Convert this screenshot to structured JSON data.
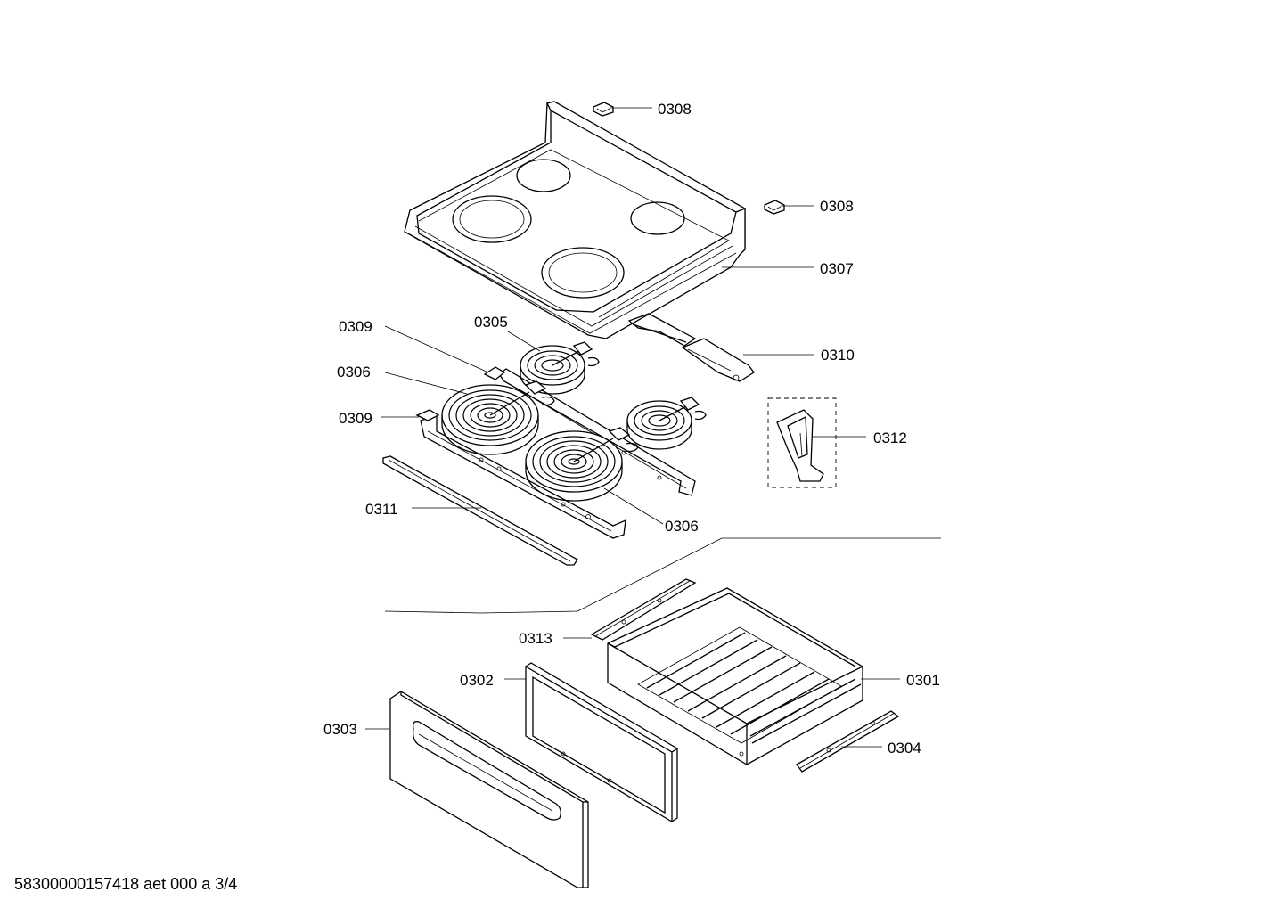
{
  "labels": {
    "p0308a": "0308",
    "p0308b": "0308",
    "p0307": "0307",
    "p0309a": "0309",
    "p0305": "0305",
    "p0306a": "0306",
    "p0309b": "0309",
    "p0310": "0310",
    "p0312": "0312",
    "p0311": "0311",
    "p0306b": "0306",
    "p0313": "0313",
    "p0302": "0302",
    "p0301": "0301",
    "p0303": "0303",
    "p0304": "0304"
  },
  "footer": "58300000157418 aet 000 a 3/4"
}
